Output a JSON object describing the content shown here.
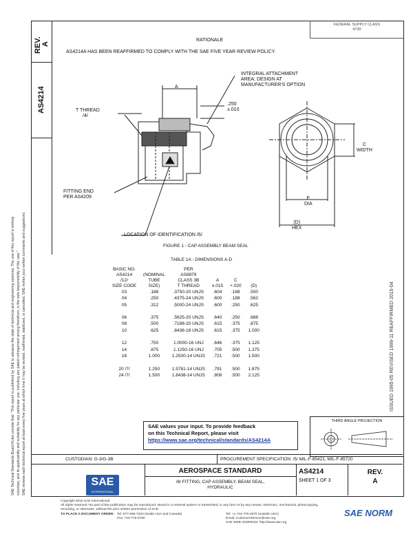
{
  "header": {
    "rev_label": "REV.",
    "rev_value": "A",
    "doc_number": "AS4214",
    "fed_class": "FEDERAL SUPPLY CLASS\n4730"
  },
  "rationale": {
    "title": "RATIONALE",
    "text": "AS4214A HAS BEEN REAFFIRMED TO COMPLY WITH THE SAE FIVE YEAR REVIEW POLICY."
  },
  "drawing": {
    "lbl_integral": "INTEGRAL ATTACHMENT",
    "lbl_area": "AREA; DESIGN AT",
    "lbl_mfr": "MANUFACTURER'S OPTION",
    "lbl_a": "A",
    "lbl_250": ".250",
    "lbl_tol": "±.010",
    "lbl_tthread": "T THREAD",
    "lbl_tthread2": "/4/",
    "lbl_c": "C",
    "lbl_width": "WIDTH",
    "lbl_fitting": "FITTING END",
    "lbl_fitting2": "PER AS4209",
    "lbl_e": "E",
    "lbl_dia": "DIA",
    "lbl_d": "(D)",
    "lbl_hex": "HEX",
    "lbl_location": "LOCATION OF IDENTIFICATION /6/",
    "figure_caption": "FIGURE 1 - CAP ASSEMBLY BEAM SEAL"
  },
  "table": {
    "caption": "TABLE 1A - DIMENSIONS A-D",
    "headers": [
      [
        "BASIC NO.",
        "",
        "PER",
        "",
        "",
        ""
      ],
      [
        "AS4214",
        "(NOMINAL",
        "AS8879",
        "",
        "",
        ""
      ],
      [
        "/12/",
        "TUBE",
        "CLASS 3B",
        "A",
        "C",
        ""
      ],
      [
        "SIZE CODE",
        "SIZE)",
        "T THREAD",
        "±.015",
        "+.020",
        "(D)"
      ]
    ],
    "rows": [
      [
        "03",
        ".188",
        ".3750-20 UNJS",
        ".604",
        ".188",
        ".500"
      ],
      [
        "04",
        ".250",
        ".4375-24 UNJS",
        ".600",
        ".188",
        ".562"
      ],
      [
        "05",
        ".312",
        ".5000-24 UNJS",
        ".600",
        ".250",
        ".625"
      ],
      [
        "",
        "",
        "",
        "",
        "",
        ""
      ],
      [
        "06",
        ".375",
        ".5625-20 UNJS",
        ".640",
        ".250",
        ".688"
      ],
      [
        "08",
        ".500",
        ".7188-20 UNJS",
        ".615",
        ".375",
        ".875"
      ],
      [
        "10",
        ".625",
        ".8438-18 UNJS",
        ".615",
        ".375",
        "1.000"
      ],
      [
        "",
        "",
        "",
        "",
        "",
        ""
      ],
      [
        "12",
        ".750",
        "1.0000-16 UNJ",
        ".646",
        ".375",
        "1.125"
      ],
      [
        "14",
        ".875",
        "1.1250-16 UNJ",
        ".705",
        ".500",
        "1.375"
      ],
      [
        "16",
        "1.000",
        "1.2500-14 UNJS",
        ".721",
        ".500",
        "1.500"
      ],
      [
        "",
        "",
        "",
        "",
        "",
        ""
      ],
      [
        "20 /7/",
        "1.250",
        "1.5781-14 UNJS",
        ".791",
        ".500",
        "1.875"
      ],
      [
        "24 /7/",
        "1.500",
        "1.8438-14 UNJS",
        ".808",
        ".500",
        "2.125"
      ]
    ]
  },
  "side_notes": {
    "right_vertical": "ISSUED 1995-05   REVISED 1999-11   REAFFIRMED 2015-04",
    "left_vertical_1": "SAE Technical Standards Board Rules provide that: \"This report is published by SAE to advance the state of technical and engineering sciences. The use of this report is entirely",
    "left_vertical_2": "voluntary, and its applicability and suitability for any particular use, including any patent infringement arising therefrom, is the sole responsibility of the user.\"",
    "left_vertical_3": "SAE reviews each technical report at least every five years at which time it may be revised, reaffirmed, stabilized, or cancelled. SAE invites your written comments and suggestions."
  },
  "feedback": {
    "line1": "SAE values your input. To provide feedback",
    "line2": "on this Technical Report, please visit",
    "link": "https://www.sae.org/technical/standards/AS4214A"
  },
  "third_angle": {
    "label": "THIRD ANGLE PROJECTION"
  },
  "title_block": {
    "custodian": "CUSTODIAN: G-3/G-3B",
    "procurement": "PROCUREMENT SPECIFICATION: /5/ MIL-F-85421, MIL-F-85720",
    "aero_standard": "AEROSPACE STANDARD",
    "title_line1": "/8/ FITTING, CAP ASSEMBLY, BEAM SEAL,",
    "title_line2": "HYDRAULIC",
    "doc_number": "AS4214",
    "sheet": "SHEET 1 OF 3",
    "rev_label": "REV.",
    "rev_value": "A",
    "logo_text": "SAE",
    "logo_sub": "INTERNATIONAL"
  },
  "footer": {
    "copyright": "Copyright 2015 SAE International",
    "rights": "All rights reserved. No part of this publication may be reproduced, stored in a retrieval system or transmitted, in any form or by any means, electronic, mechanical, photocopying,",
    "rights2": "recording, or otherwise, without the prior written permission of SAE.",
    "order": "TO PLACE A DOCUMENT ORDER:",
    "tel1": "Tel: 877-606-7323 (inside USA and Canada)",
    "tel2": "Tel: +1 724-776-4970 (outside USA)",
    "fax": "Fax: 724-776-0790",
    "email": "Email: CustomerService@sae.org",
    "web": "SAE WEB ADDRESS: http://www.sae.org"
  },
  "watermark": {
    "text": "SAE NORM"
  }
}
